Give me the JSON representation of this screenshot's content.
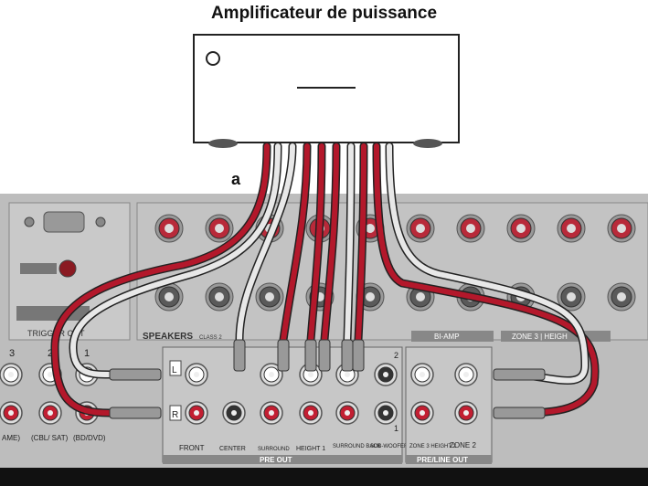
{
  "title": "Amplificateur de puissance",
  "marker": "a",
  "colors": {
    "red_cable": "#b3182b",
    "white_cable": "#e8e8e8",
    "panel": "#b9b9b9",
    "panel_dark": "#8d8d8d"
  },
  "receiver": {
    "trigger_out": "TRIGGER OUT",
    "speakers_label": "SPEAKERS",
    "speakers_class": "CLASS 2",
    "bi_amp": "BI-AMP",
    "zone3_height": "ZONE 3 | HEIGH",
    "pre_out": "PRE OUT",
    "pre_line_out": "PRE/LINE OUT",
    "input_num_3": "3",
    "input_num_2": "2",
    "input_num_1": "1",
    "cbl_sat": "(CBL/ SAT)",
    "bd_dvd": "(BD/DVD)",
    "game": "AME)",
    "front": "FRONT",
    "center": "CENTER",
    "surround": "SURROUND",
    "height1": "HEIGHT 1",
    "surround_back": "SURROUND BACK",
    "subwoofer": "SUB-WOOFER",
    "sub_num_2": "2",
    "sub_num_1": "1",
    "zone3_height2": "ZONE 3 HEIGHT 2",
    "zone2": "ZONE 2",
    "l_mark": "L",
    "r_mark": "R"
  }
}
